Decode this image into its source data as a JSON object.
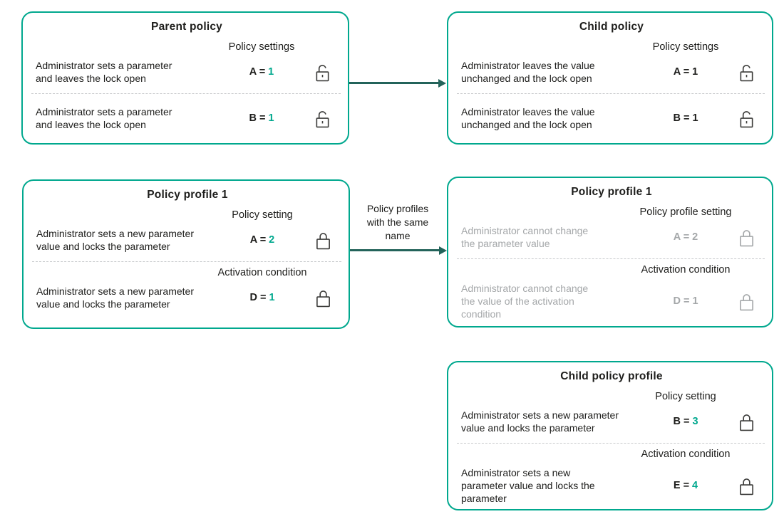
{
  "colors": {
    "box_border": "#00a88e",
    "accent_value": "#00a88e",
    "arrow": "#23635a",
    "text": "#1d1d1b",
    "muted_text": "#a4a7a9"
  },
  "arrows": {
    "top_label": "",
    "middle_label": "Policy profiles\nwith the same\nname"
  },
  "boxes": [
    {
      "title": "Parent policy",
      "sections": [
        {
          "label": "Policy settings",
          "desc": "Administrator sets a parameter\nand leaves the lock open",
          "param": "A =",
          "value": "1",
          "accent": true,
          "muted": false,
          "lock": "open"
        },
        {
          "label": "",
          "desc": "Administrator sets a parameter\nand leaves the lock open",
          "param": "B =",
          "value": "1",
          "accent": true,
          "muted": false,
          "lock": "open"
        }
      ]
    },
    {
      "title": "Child policy",
      "sections": [
        {
          "label": "Policy settings",
          "desc": "Administrator leaves the value\nunchanged and the lock open",
          "param": "A =",
          "value": "1",
          "accent": false,
          "muted": false,
          "lock": "open"
        },
        {
          "label": "",
          "desc": "Administrator leaves the value\nunchanged and the lock open",
          "param": "B =",
          "value": "1",
          "accent": false,
          "muted": false,
          "lock": "open"
        }
      ]
    },
    {
      "title": "Policy profile 1",
      "sections": [
        {
          "label": "Policy setting",
          "desc": "Administrator sets a new parameter\nvalue and locks the parameter",
          "param": "A =",
          "value": "2",
          "accent": true,
          "muted": false,
          "lock": "closed"
        },
        {
          "label": "Activation condition",
          "desc": "Administrator sets a new parameter\nvalue and locks the parameter",
          "param": "D =",
          "value": "1",
          "accent": true,
          "muted": false,
          "lock": "closed"
        }
      ]
    },
    {
      "title": "Policy profile 1",
      "sections": [
        {
          "label": "Policy profile setting",
          "desc": "Administrator cannot change\nthe parameter value",
          "param": "A =",
          "value": "2",
          "accent": false,
          "muted": true,
          "lock": "closed"
        },
        {
          "label": "Activation condition",
          "desc": "Administrator cannot change\nthe value of the activation\ncondition",
          "param": "D =",
          "value": "1",
          "accent": false,
          "muted": true,
          "lock": "closed"
        }
      ]
    },
    {
      "title": "Child policy profile",
      "sections": [
        {
          "label": "Policy setting",
          "desc": "Administrator sets a new parameter\nvalue and locks the parameter",
          "param": "B =",
          "value": "3",
          "accent": true,
          "muted": false,
          "lock": "closed"
        },
        {
          "label": "Activation condition",
          "desc": "Administrator sets a new\nparameter value and locks the\nparameter",
          "param": "E =",
          "value": "4",
          "accent": true,
          "muted": false,
          "lock": "closed"
        }
      ]
    }
  ]
}
